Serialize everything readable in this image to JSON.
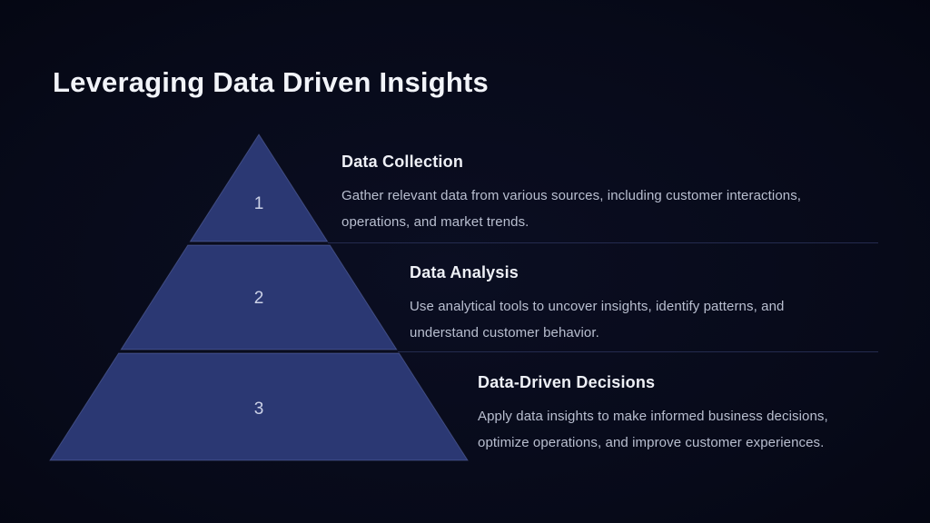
{
  "title": "Leveraging Data Driven Insights",
  "colors": {
    "background": "#070a19",
    "background_center": "#0b0e22",
    "pyramid_fill": "#2b3873",
    "pyramid_edge": "#7a8acd",
    "divider": "#242b4f",
    "heading_text": "#eef0f6",
    "body_text": "#b9bfd0",
    "number_text": "#ccd2e7",
    "title_text": "#f2f4f9"
  },
  "pyramid": {
    "tiers": [
      {
        "number": "1"
      },
      {
        "number": "2"
      },
      {
        "number": "3"
      }
    ]
  },
  "sections": [
    {
      "heading": "Data Collection",
      "body": "Gather relevant data from various sources, including customer interactions,\noperations, and market trends."
    },
    {
      "heading": "Data Analysis",
      "body": "Use analytical tools to uncover insights, identify patterns, and\nunderstand customer behavior."
    },
    {
      "heading": "Data-Driven Decisions",
      "body": "Apply data insights to make informed business decisions,\noptimize operations, and improve customer experiences."
    }
  ]
}
